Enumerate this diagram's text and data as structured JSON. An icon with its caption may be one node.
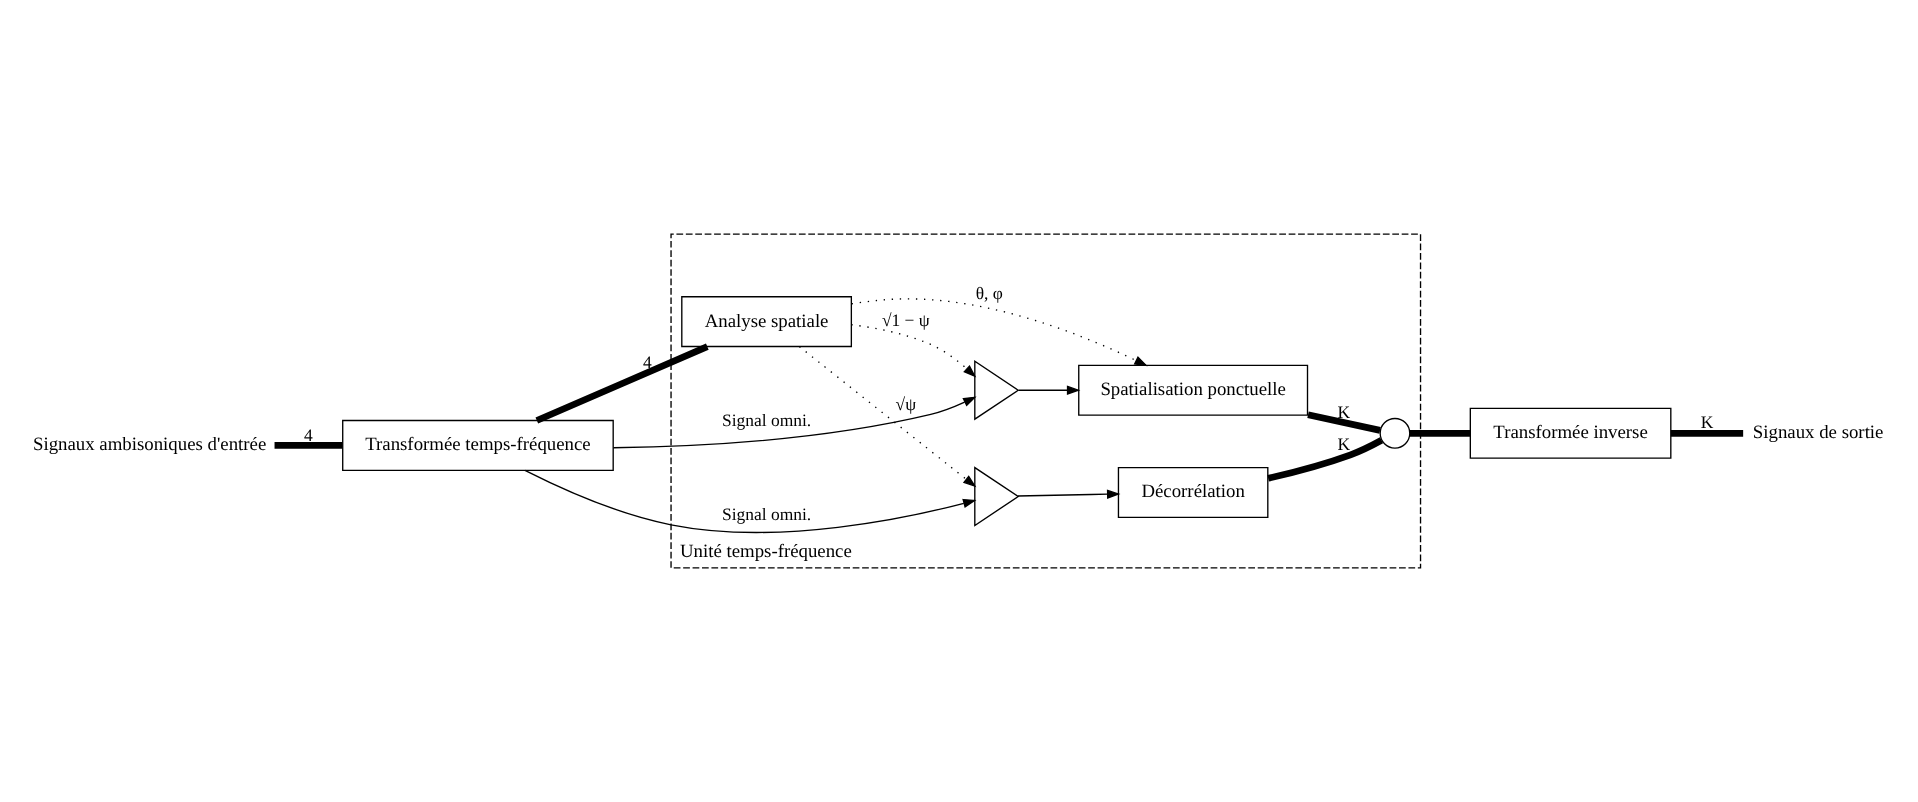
{
  "diagram": {
    "nodes": [
      {
        "text": [
          "Signaux ambisoniques d'entrée"
        ]
      },
      {
        "text": [
          "Transformée temps-fréquence"
        ]
      },
      {
        "text": [
          "Unité temps-fréquence"
        ]
      },
      {
        "text": [],
        "shape": "triangle",
        "in": 2
      },
      {
        "text": [
          "Analyse spatiale"
        ],
        "in": 2
      },
      {
        "text": [
          "Spatialisation ponctuelle"
        ],
        "in": 2
      },
      {
        "text": [],
        "shape": "triangle",
        "in": 2
      },
      {
        "text": [
          "Décorrélation"
        ],
        "in": 2
      },
      {
        "text": [],
        "shape": "circle",
        "in": 2
      },
      {
        "text": [
          "Transformée inverse"
        ]
      },
      {
        "text": [
          "Signaux de sortie"
        ]
      }
    ],
    "edges": [
      {
        "from": 0,
        "to": 1,
        "arrow": "none",
        "label": "4",
        "style": "thick"
      },
      {
        "from": 1,
        "to": 4,
        "arrow": "none",
        "label": "4",
        "style": "thick"
      },
      {
        "from": 1,
        "to": 3,
        "arrow": "to",
        "label": "Signal omni."
      },
      {
        "from": 1,
        "to": 6,
        "arrow": "to",
        "label": "Signal omni."
      },
      {
        "from": 4,
        "to": 3,
        "arrow": "to",
        "label": "√1 − ψ",
        "style": "dashed"
      },
      {
        "from": 4,
        "to": 6,
        "arrow": "to",
        "label": "√ψ",
        "style": "dashed"
      },
      {
        "from": 4,
        "to": 5,
        "arrow": "to",
        "label": "θ, φ",
        "style": "dashed"
      },
      {
        "from": 3,
        "to": 5,
        "arrow": "to"
      },
      {
        "from": 6,
        "to": 7,
        "arrow": "to"
      },
      {
        "from": 5,
        "to": 8,
        "arrow": "none",
        "label": "K",
        "style": "thick"
      },
      {
        "from": 7,
        "to": 8,
        "arrow": "none",
        "label": "K",
        "style": "thick"
      },
      {
        "from": 8,
        "to": 9,
        "arrow": "none",
        "style": "thick"
      },
      {
        "from": 9,
        "to": 10,
        "arrow": "none",
        "label": "K",
        "style": "thick"
      }
    ]
  }
}
